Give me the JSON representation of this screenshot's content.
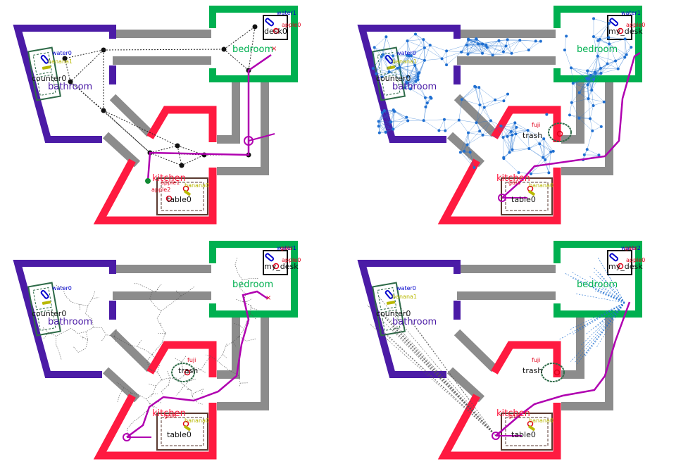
{
  "colors": {
    "bathroom": "#4B1BA6",
    "bedroom": "#00B050",
    "kitchen": "#FF1A40",
    "hall": "#8C8C8C",
    "counter": "#2E6B48",
    "table": "#5A3A30",
    "path": "#B000B0",
    "graph": "#1F6FD1",
    "water": "#0000CC",
    "apple": "#E0001A",
    "banana": "#B8B800",
    "start": "#118A33"
  },
  "panels": [
    {
      "name": "graph-search",
      "rooms": {
        "bathroom": "bathroom",
        "bedroom": "bedroom",
        "kitchen": "kitchen"
      },
      "furniture": {
        "counter": "counter0",
        "desk": "desk0",
        "table": "table0"
      },
      "objects": {
        "water_a": "water0",
        "banana_a": "banana1",
        "water_b": "water1",
        "apple_a": "apple0",
        "apple_b": "apple1",
        "apple_c": "apple2",
        "banana_b": "banana0"
      }
    },
    {
      "name": "prm",
      "rooms": {
        "bathroom": "bathroom",
        "bedroom": "bedroom",
        "kitchen": "kitchen"
      },
      "furniture": {
        "counter": "counter0",
        "desk": "my_desk",
        "table": "table0",
        "trash": "trash"
      },
      "objects": {
        "water_a": "water0",
        "banana_a": "banana1",
        "water_b": "water1",
        "gala": "gala",
        "apple_a": "apple0",
        "fuji": "fuji",
        "banana_b": "banana0"
      }
    },
    {
      "name": "rrt",
      "rooms": {
        "bathroom": "bathroom",
        "bedroom": "bedroom",
        "kitchen": "kitchen"
      },
      "furniture": {
        "counter": "counter0",
        "desk": "my_desk",
        "table": "table0",
        "trash": "trash"
      },
      "objects": {
        "water_a": "water0",
        "water_b": "water1",
        "gala_top": "gala",
        "apple_a": "apple0",
        "fuji": "fuji",
        "gala_bottom": "gala",
        "banana_b": "banana0"
      }
    },
    {
      "name": "rrt-star",
      "rooms": {
        "bathroom": "bathroom",
        "bedroom": "bedroom",
        "kitchen": "kitchen"
      },
      "furniture": {
        "counter": "counter0",
        "desk": "my_desk",
        "table": "table0",
        "trash": "trash"
      },
      "objects": {
        "water_a": "water0",
        "banana_a": "banana1",
        "gala_top": "gala",
        "water_b": "water2",
        "apple_a": "apple0",
        "fuji": "fuji",
        "gala_bottom": "gala",
        "banana_b": "banana0"
      }
    }
  ]
}
